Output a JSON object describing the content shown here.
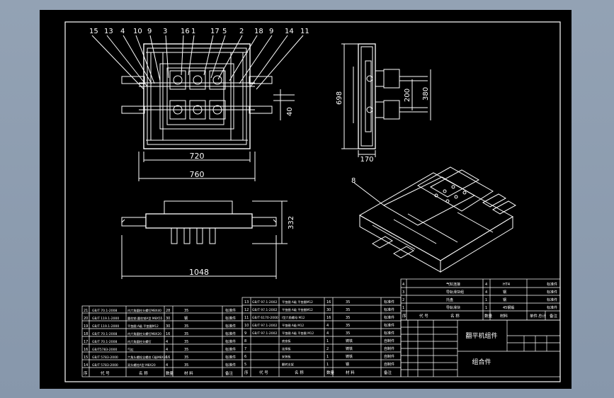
{
  "drawing": {
    "balloons_top": [
      "15",
      "13",
      "4",
      "10",
      "9",
      "3",
      "16",
      "1",
      "17",
      "5",
      "2",
      "18",
      "9",
      "14",
      "11"
    ],
    "balloon_iso": "8",
    "dims": {
      "width_inner": "720",
      "width_outer": "760",
      "height_small": "40",
      "total_length": "1048",
      "side_height": "332",
      "side_width": "170",
      "side_total": "698",
      "side_inner": "200",
      "side_outer": "380"
    },
    "title_block": {
      "drawing_name": "翻平机组件",
      "assembly_name": "组合件"
    },
    "bom_left_rows": [
      {
        "no": "21",
        "code": "GB/T 70.1-2008",
        "name": "内六角圆柱头螺钉M8X40",
        "qty": "28",
        "mat": "35",
        "std": "标准件"
      },
      {
        "no": "20",
        "code": "GB/T 119.1-2000",
        "name": "圆柱销 圆柱销A型 M8X55",
        "qty": "30",
        "mat": "钢",
        "std": "标准件"
      },
      {
        "no": "19",
        "code": "GB/T 119.1-2000",
        "name": "平垫圈 A级 平垫圈M12",
        "qty": "30",
        "mat": "35",
        "std": "标准件"
      },
      {
        "no": "18",
        "code": "GB/T 70.1-2008",
        "name": "内六角圆柱头螺钉M8X20",
        "qty": "16",
        "mat": "35",
        "std": "标准件"
      },
      {
        "no": "17",
        "code": "GB/T 70.1-2008",
        "name": "内六角圆柱头螺钉",
        "qty": "4",
        "mat": "35",
        "std": "标准件"
      },
      {
        "no": "16",
        "code": "GB/T5783-2000",
        "name": "气缸",
        "qty": "4",
        "mat": "35",
        "std": "标准件"
      },
      {
        "no": "15",
        "code": "GB/T 5783-2000",
        "name": "六角头螺栓全螺纹 C级M8X30",
        "qty": "16",
        "mat": "35",
        "std": "标准件"
      },
      {
        "no": "14",
        "code": "GB/T 5783-2000",
        "name": "双头螺柱A型 M8X20",
        "qty": "4",
        "mat": "35",
        "std": "标准件"
      }
    ],
    "bom_left_header": [
      "序",
      "代 号",
      "名 称",
      "数量",
      "材 料",
      "备注"
    ],
    "bom_mid_rows": [
      {
        "no": "13",
        "code": "GB/T 97.1-2002",
        "name": "平垫圈 A级 平垫圈M12",
        "qty": "16",
        "mat": "35",
        "std": "标准件"
      },
      {
        "no": "12",
        "code": "GB/T 97.1-2002",
        "name": "平垫圈 A级 平垫圈M12",
        "qty": "30",
        "mat": "35",
        "std": "标准件"
      },
      {
        "no": "11",
        "code": "GB/T 6170-2000",
        "name": "I型六角螺母 M12",
        "qty": "16",
        "mat": "35",
        "std": "标准件"
      },
      {
        "no": "10",
        "code": "GB/T 97.1-2002",
        "name": "平垫圈 A级 M12",
        "qty": "4",
        "mat": "35",
        "std": "标准件"
      },
      {
        "no": "9",
        "code": "GB/T 97.1-2002",
        "name": "平垫圈 A级 平垫圈 M12",
        "qty": "4",
        "mat": "35",
        "std": "标准件"
      },
      {
        "no": "8",
        "code": "",
        "name": "底座板",
        "qty": "1",
        "mat": "铸铁",
        "std": "自制件"
      },
      {
        "no": "7",
        "code": "",
        "name": "连接板",
        "qty": "2",
        "mat": "铸铁",
        "std": "自制件"
      },
      {
        "no": "6",
        "code": "",
        "name": "安装板",
        "qty": "1",
        "mat": "铸铁",
        "std": "自制件"
      },
      {
        "no": "5",
        "code": "",
        "name": "翻转支架",
        "qty": "1",
        "mat": "钢",
        "std": "自制件"
      }
    ],
    "bom_mid_header": [
      "序",
      "代 号",
      "名 称",
      "数量",
      "材 料",
      "备注"
    ],
    "bom_right_rows": [
      {
        "no": "4",
        "name": "气缸连接",
        "qty": "4",
        "mat": "HT4",
        "std": "标准件"
      },
      {
        "no": "3",
        "name": "导轨滑块组",
        "qty": "4",
        "mat": "钢",
        "std": "标准件"
      },
      {
        "no": "2",
        "name": "托盘",
        "qty": "1",
        "mat": "钢",
        "std": "标准件"
      },
      {
        "no": "1",
        "name": "导轨滑块",
        "qty": "1",
        "mat": "45钢锻",
        "std": "标准件"
      }
    ],
    "bom_right_header": [
      "序",
      "代 号",
      "名 称",
      "数量",
      "材料",
      "单件",
      "总计",
      "备注"
    ]
  }
}
